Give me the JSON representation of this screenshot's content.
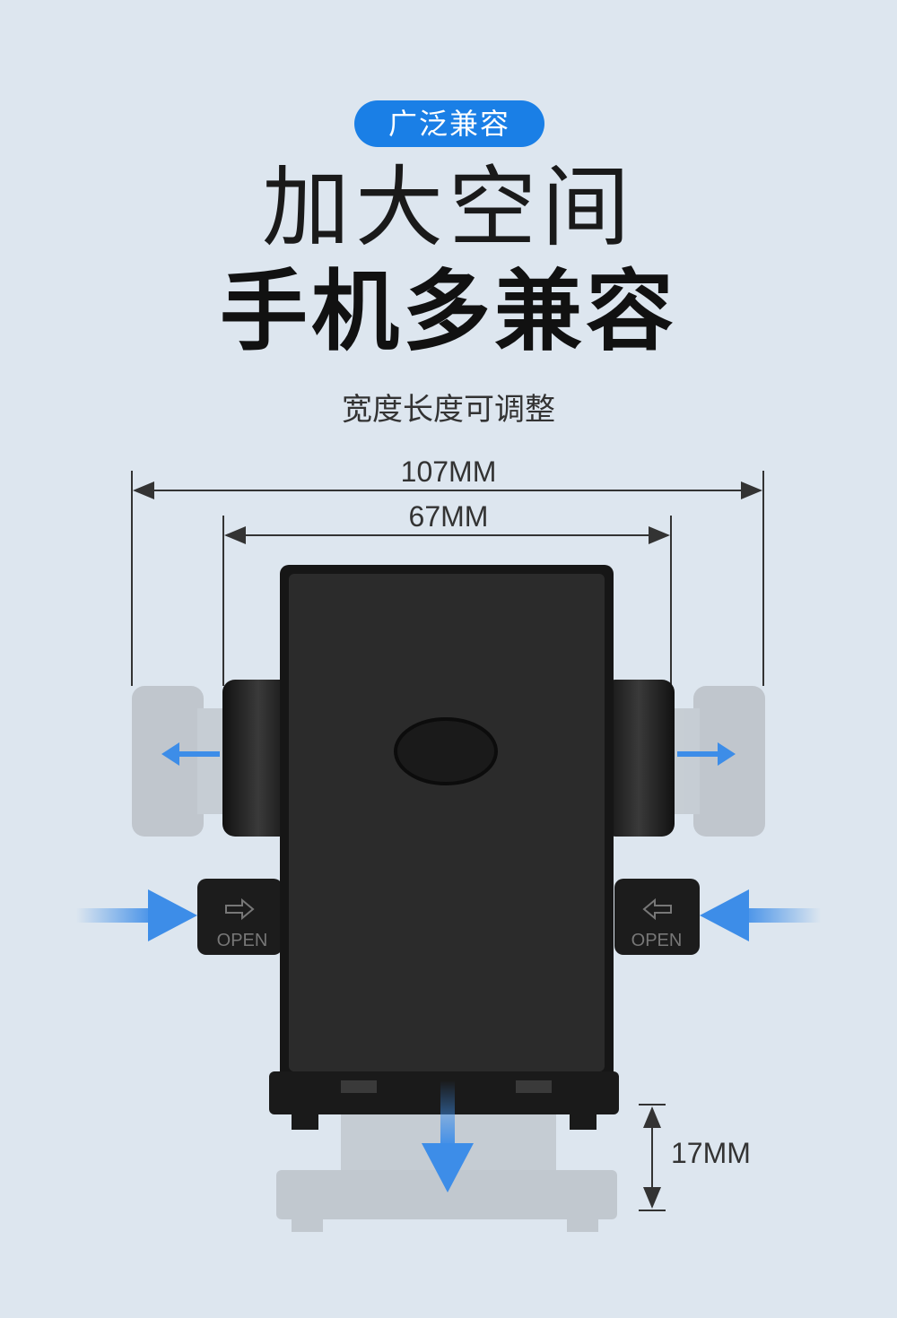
{
  "badge": {
    "label": "广泛兼容"
  },
  "headline": {
    "line1": "加大空间",
    "line2": "手机多兼容"
  },
  "subtitle": "宽度长度可调整",
  "dimensions": {
    "outer_width": "107MM",
    "inner_width": "67MM",
    "extension": "17MM"
  },
  "buttons": {
    "left_label": "OPEN",
    "right_label": "OPEN"
  },
  "colors": {
    "background": "#dde6ef",
    "accent": "#1a7fe6",
    "arrow": "#3d8de8",
    "holder": "#1e1e1e"
  },
  "icons": [
    "arrow-left-icon",
    "arrow-right-icon",
    "arrow-down-icon",
    "push-arrow-icon"
  ]
}
